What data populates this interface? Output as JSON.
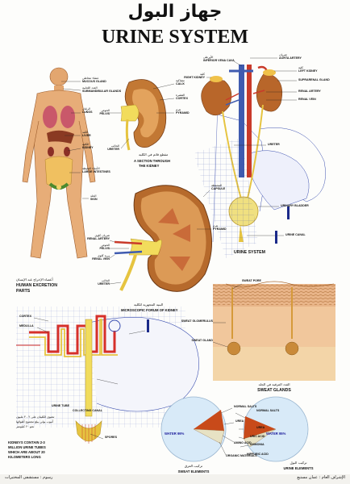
{
  "header": {
    "title_ar": "جهاز البول",
    "title_en": "URINE SYSTEM"
  },
  "panels": {
    "excretion": {
      "caption_ar": "أعضاء الإخراج عند الإنسان",
      "caption_en_1": "HUMAN EXCRETION",
      "caption_en_2": "PARTS",
      "labels": [
        {
          "ar": "غشاء مخاطي",
          "en": "MUCOUS GLAND"
        },
        {
          "ar": "الغدد اللعابية",
          "en": "SUBMANDIBULAR GLANDS"
        },
        {
          "ar": "الرئتان",
          "en": "LUNGS"
        },
        {
          "ar": "الكبد",
          "en": "LIVER"
        },
        {
          "ar": "الكلية",
          "en": "KIDNEY"
        },
        {
          "ar": "الأمعاء الغليظة",
          "en": "LARGE INTESTINES"
        },
        {
          "ar": "الجلد",
          "en": "SKIN"
        }
      ]
    },
    "section": {
      "caption_ar": "مقطع قائم في الكلية",
      "caption_en_1": "A SECTION THROUGH",
      "caption_en_2": "THE KIDNEY",
      "labels": [
        {
          "ar": "مشاكية",
          "en": "CALIX"
        },
        {
          "ar": "القشرة",
          "en": "CORTEX"
        },
        {
          "ar": "هرم",
          "en": "PYRAMID"
        },
        {
          "ar": "الحوض",
          "en": "PELVIS"
        },
        {
          "ar": "الحالب",
          "en": "URETER"
        }
      ]
    },
    "system": {
      "caption": "URINE SYSTEM",
      "labels": [
        {
          "ar": "الأورطى",
          "en": "INFERIOR VENA CAVA"
        },
        {
          "ar": "شريان",
          "en": "AORTA ARTERY"
        },
        {
          "ar": "كلية",
          "en": "LEFT KIDNEY"
        },
        {
          "ar": "كلية",
          "en": "RIGHT KIDNEY"
        },
        {
          "ar": "",
          "en": "SUPRARENAL GLAND"
        },
        {
          "ar": "",
          "en": "RENAL ARTERY"
        },
        {
          "ar": "",
          "en": "RENAL VEIN"
        },
        {
          "ar": "",
          "en": "URETER"
        },
        {
          "ar": "",
          "en": "URINARY BLADDER"
        },
        {
          "ar": "",
          "en": "URINE CANAL"
        }
      ]
    },
    "big_kidney": {
      "labels": [
        {
          "ar": "المحفظة",
          "en": "CAPSULE"
        },
        {
          "ar": "هرم",
          "en": "PYRAMID"
        },
        {
          "ar": "شريان كلوي",
          "en": "RENAL ARTERY"
        },
        {
          "ar": "الحوض",
          "en": "PELVIS"
        },
        {
          "ar": "وريد كلوي",
          "en": "RENAL VEIN"
        },
        {
          "ar": "الحالب",
          "en": "URETER"
        }
      ]
    },
    "microscopic": {
      "caption_ar": "البنية المجهرية للكلية",
      "caption_en": "MICROSCOPIC FORUM OF KIDNEY",
      "cortex": "CORTEX",
      "medulla": "MEDULLA",
      "urine_tube": "URINE TUBE",
      "collecting": "COLLECTING CANAL",
      "fact_ar_1": "تحتوي الكليتان على ٢ - ٣ مليون",
      "fact_ar_2": "أنبوب بولي يبلغ مجموع أطوالها",
      "fact_ar_3": "نحو ٢٠ كيلومتر",
      "fact_en_1": "KIDNEYS CONTAIN 2-3",
      "fact_en_2": "MILLION URINE TUBES",
      "fact_en_3": "WHICH ARE ABOUT 20",
      "fact_en_4": "KILOMETERS LONG",
      "pores": "SPORES"
    },
    "sweat": {
      "caption_ar": "الغدد العرقية في الجلد",
      "caption_en": "SWEAT GLANDS",
      "pore": "SWEAT PORE",
      "glomerulus": "SWEAT GLOMERULUS",
      "gland": "SWEAT GLAND"
    },
    "sweat_elements": {
      "caption_ar": "تركيب العرق",
      "caption_en": "SWEAT ELEMENTS",
      "water": "WATER 99%",
      "labels": [
        "NORMAL SALTS",
        "UREA",
        "ORGANIC MATERIALS",
        "AMINO ACID"
      ]
    },
    "urine_elements": {
      "caption_ar": "تركيب البول",
      "caption_en": "URINE ELEMENTS",
      "water": "WATER 95%",
      "labels": [
        "NORMAL SALTS",
        "UREA",
        "URIC ACID",
        "AMMONIA",
        "HIPPURIC ACID"
      ]
    }
  },
  "footer": {
    "left_ar": "رسوم : مستشفى المختبرات",
    "right_ar": "الإشراف العام : عمان مستبع"
  },
  "colors": {
    "kidney": "#b86b2c",
    "cortex": "#d99a56",
    "pelvis": "#f1dc5a",
    "aorta": "#c93a2a",
    "vein": "#3f5bb0",
    "ureter": "#e9c740",
    "skin": "#e3a66f"
  }
}
